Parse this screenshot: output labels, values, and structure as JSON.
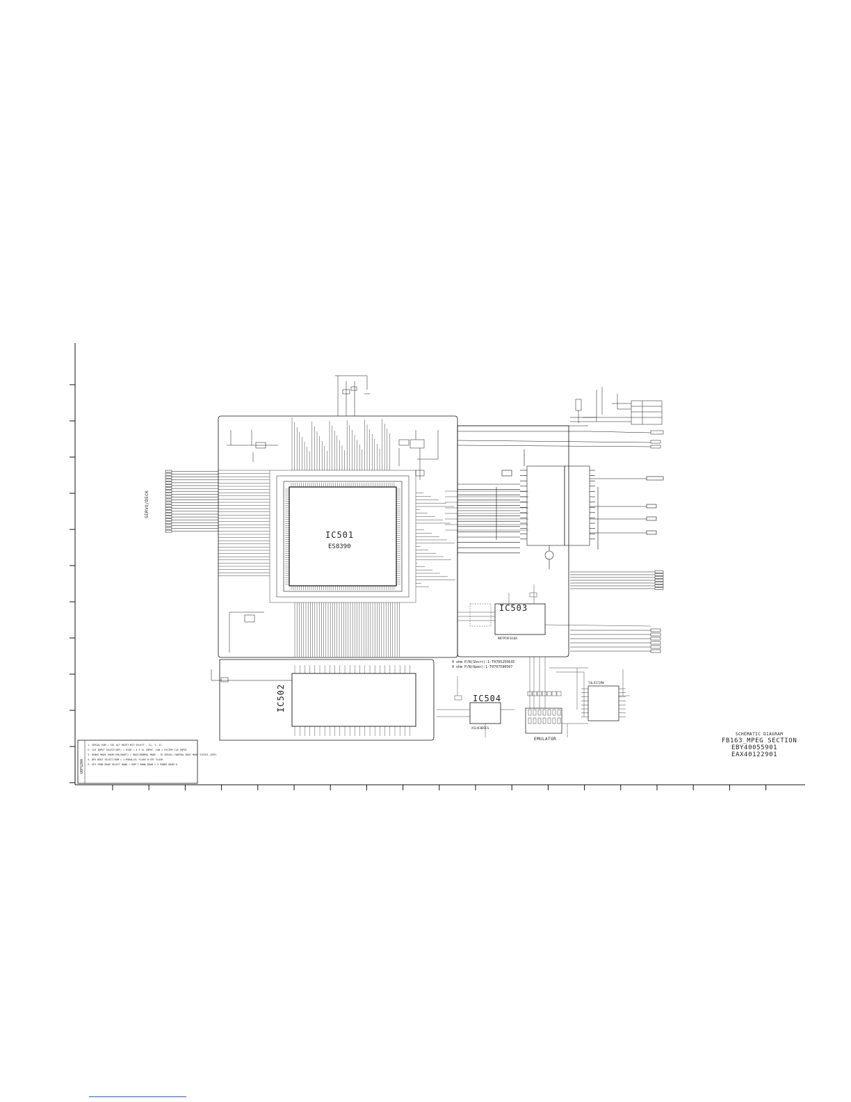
{
  "ic501": {
    "ref": "IC501",
    "part": "ES8390"
  },
  "ic502": {
    "ref": "IC502"
  },
  "ic503": {
    "ref": "IC503",
    "part": "RN7P5VF6168"
  },
  "ic504": {
    "ref": "IC504",
    "part": "X524C0B1CS"
  },
  "emulator": {
    "label": "EMULATOR"
  },
  "connector_left": {
    "label": "SERVO/DECK"
  },
  "ic_right_lower": {
    "part": "74LV173PW"
  },
  "ohm_notes": [
    "0 ohm P/N(Short):1-T0705255635",
    "0 ohm P/N(Open):1-T0707590507"
  ],
  "notes_box": {
    "tag": "UOFG20A",
    "lines": [
      "1. SERIAL RAM = SEL ALT RESET BIT SELECT - 11, 1, 11",
      "2. CLK INPUT SELECT(DEF) = HIGH = 4.3 SL INPUT, LOW = SYSTEM CLK INPUT",
      "3. DEBUG MODE SHORT/EN(SHORT) = BOOT/NORMAL MODE : TO SERIAL CONTROL BOOT MODE STATUS (EEP)",
      "4. DPX BOOT SELECT/ROM = 1:PARALLEL FLASH 0:SPI FLASH",
      "5. SPI SEND DRAM SELECT BANK = ROM 1 BANK DRAM 2-3   POWER DRAM 0"
    ]
  },
  "title_block": {
    "heading": "SCHEMATIC DIAGRAM",
    "section": "FB163_MPEG SECTION",
    "doc1": "EBY40055901",
    "doc2": "EAX40122901"
  },
  "colors": {
    "ink": "#111111",
    "paper": "#ffffff",
    "link": "#3355cc"
  }
}
